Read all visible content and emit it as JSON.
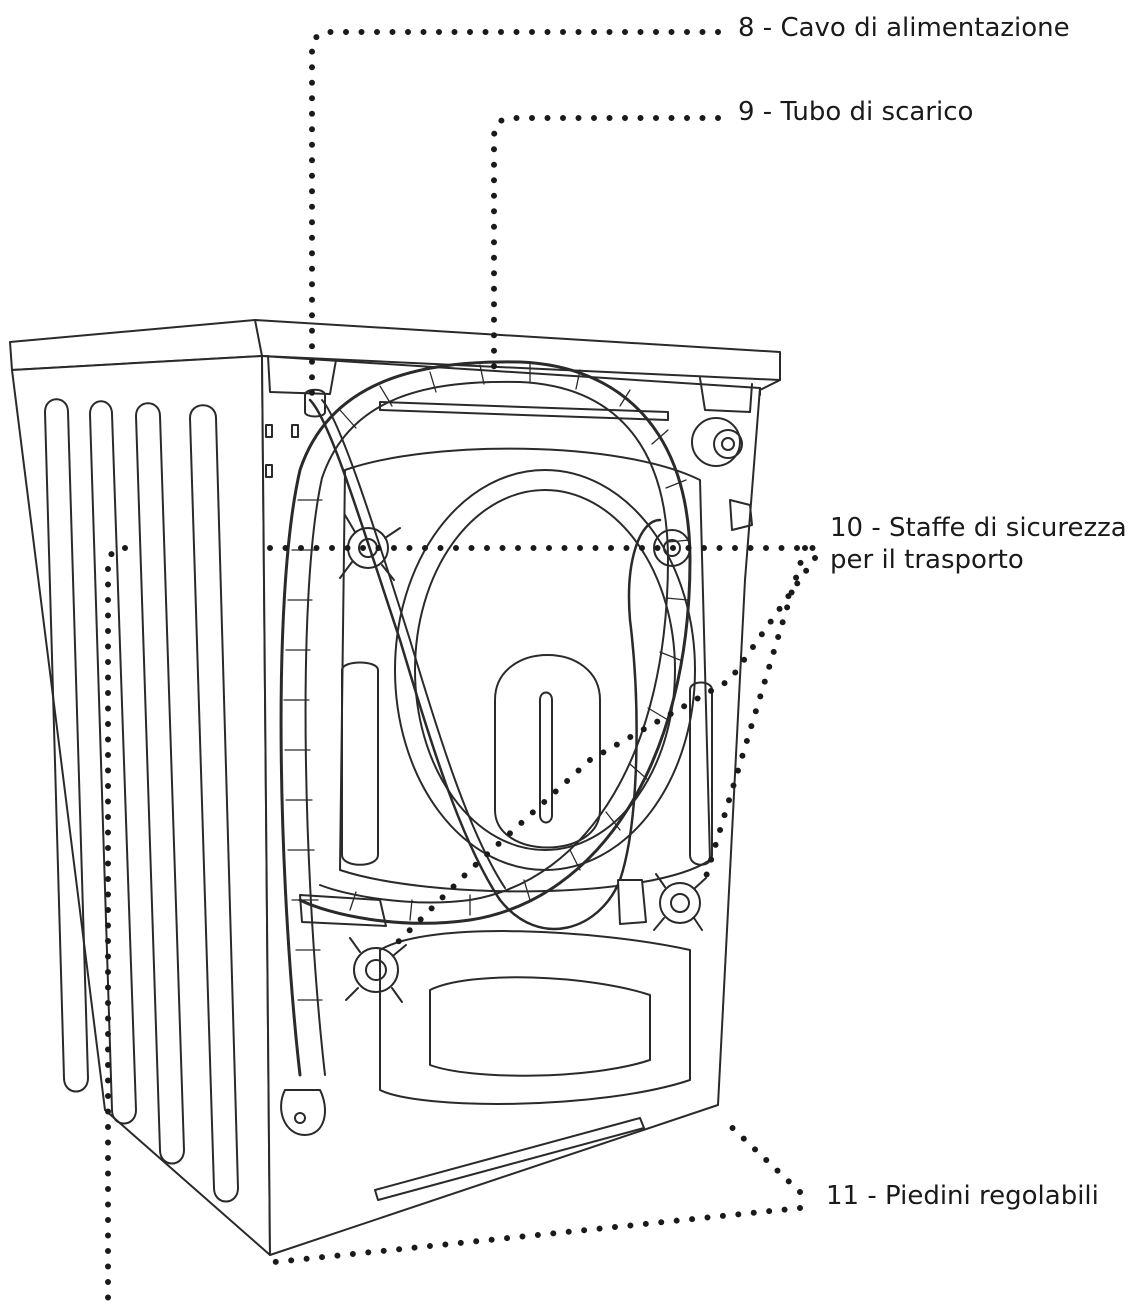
{
  "callouts": {
    "c8": {
      "label": "8 - Cavo di alimentazione"
    },
    "c9": {
      "label": "9 - Tubo di scarico"
    },
    "c10": {
      "line1": "10 - Staffe di sicurezza",
      "line2": "per il trasporto"
    },
    "c11": {
      "label": "11 - Piedini regolabili"
    }
  },
  "colors": {
    "line": "#2a2a2a",
    "dots": "#1a1a1a",
    "background": "#ffffff"
  }
}
